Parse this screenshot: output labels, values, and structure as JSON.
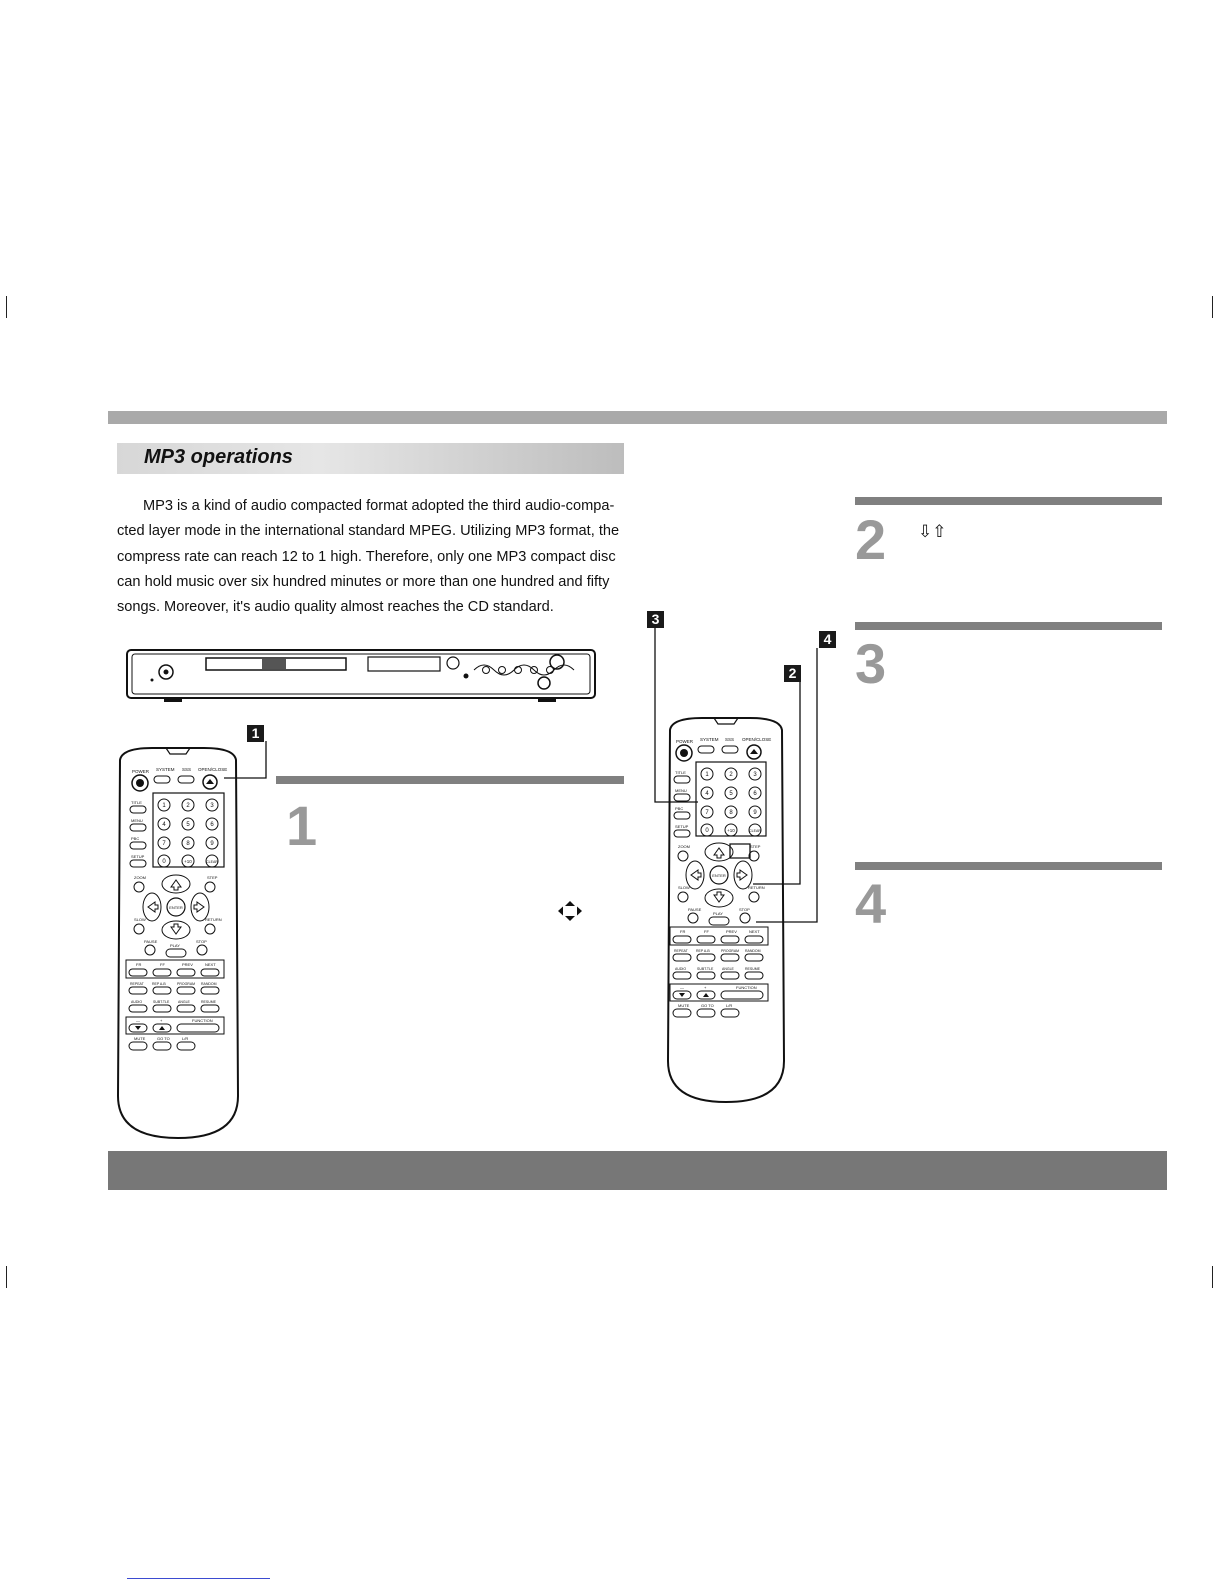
{
  "section": {
    "title": "MP3 operations"
  },
  "intro": {
    "lines": [
      "MP3 is a kind of audio compacted format adopted the third audio-compa-",
      "cted layer mode in the international standard MPEG. Utilizing MP3 format, the",
      "compress rate can reach 12 to 1 high. Therefore, only one MP3 compact disc",
      "can hold music over six hundred minutes or more than one hundred and fifty",
      "songs. Moreover, it's audio quality almost reaches the CD standard."
    ]
  },
  "steps": {
    "one": "1",
    "two": "2",
    "three": "3",
    "four": "4",
    "two_arrows": "⇩⇧"
  },
  "callouts": {
    "c1": "1",
    "c2": "2",
    "c3": "3",
    "c4": "4"
  },
  "remote": {
    "power": "POWER",
    "system": "SYSTEM",
    "sss": "SSS",
    "open_close": "OPEN/CLOSE",
    "title": "TITLE",
    "menu": "MENU",
    "pbc": "PBC",
    "setup": "SETUP",
    "zoom": "ZOOM",
    "step": "STEP",
    "slow": "SLOW",
    "return": "RETURN",
    "enter": "ENTER",
    "pause": "PAUSE",
    "play": "PLAY",
    "stop": "STOP",
    "fr": "FR",
    "ff": "FF",
    "prev": "PREV",
    "next": "NEXT",
    "repeat": "REPEAT",
    "rep_ab": "REP A-B",
    "program": "PROGRAM",
    "random": "RANDOM",
    "audio": "AUDIO",
    "subtitle": "SUBT.TLE",
    "angle": "ANGLE",
    "resume": "RESUME",
    "minus": "—",
    "plus": "+",
    "function": "FUNCTION",
    "mute": "MUTE",
    "goto": "GO TO",
    "lr": "L/R",
    "keys": [
      "1",
      "2",
      "3",
      "4",
      "5",
      "6",
      "7",
      "8",
      "9",
      "0",
      "+10",
      "CLEAR"
    ]
  },
  "colors": {
    "top_band": "#a9a9a9",
    "bottom_band": "#777777",
    "step_bar": "#808080",
    "step_number": "#999999"
  }
}
